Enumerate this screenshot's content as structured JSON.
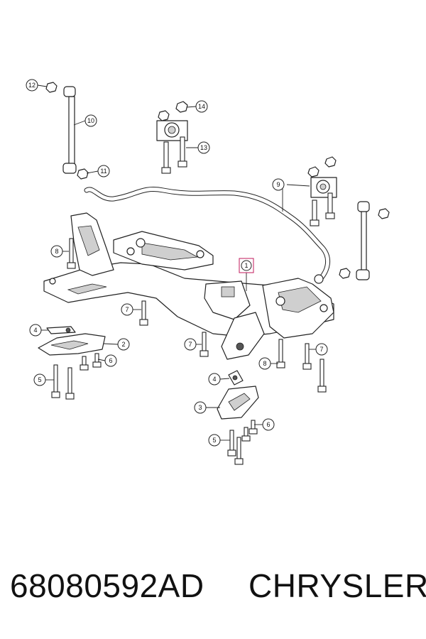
{
  "callouts": {
    "c1": "1",
    "c2": "2",
    "c3": "3",
    "c4a": "4",
    "c4b": "4",
    "c5a": "5",
    "c5b": "5",
    "c6a": "6",
    "c6b": "6",
    "c7a": "7",
    "c7b": "7",
    "c7c": "7",
    "c8a": "8",
    "c8b": "8",
    "c9": "9",
    "c10": "10",
    "c11": "11",
    "c12": "12",
    "c13": "13",
    "c14": "14"
  },
  "footer": {
    "part_number": "68080592AD",
    "brand": "CHRYSLER"
  },
  "colors": {
    "line": "#222222",
    "highlight_box": "#c2185b",
    "shading": "#cfcfcf"
  }
}
